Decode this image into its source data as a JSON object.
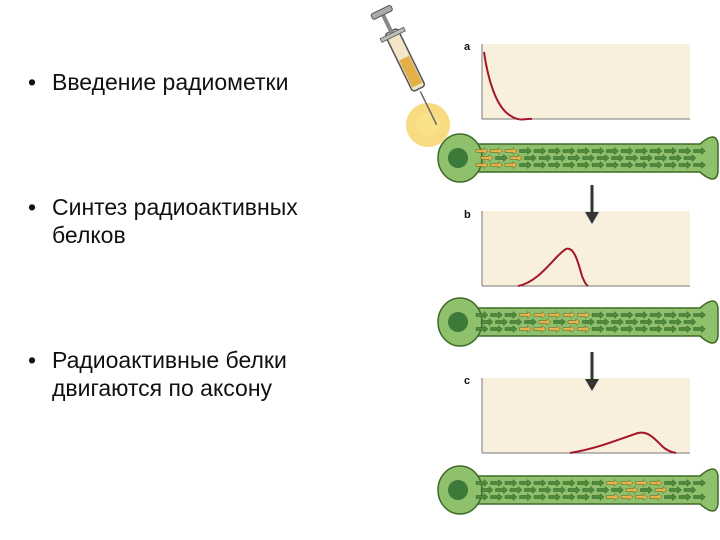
{
  "bullets": [
    {
      "text": "Введение радиометки"
    },
    {
      "text": "Синтез радиоактивных\nбелков"
    },
    {
      "text": "Радиоактивные белки\nдвигаются по аксону"
    }
  ],
  "panels": [
    {
      "label": "a",
      "curve": "decay"
    },
    {
      "label": "b",
      "curve": "peak-early"
    },
    {
      "label": "c",
      "curve": "peak-late"
    }
  ],
  "colors": {
    "text": "#111111",
    "panel_bg": "#f8f0dc",
    "curve": "#a3162a",
    "axon_fill": "#8fc06c",
    "axon_stroke": "#3f6b2a",
    "soma": "#3c7a3a",
    "arrow_green": "#4e8a3c",
    "arrow_orange": "#e8b24a",
    "syringe_glow": "#f7d36a",
    "flow_arrow": "#333333"
  },
  "icons": {
    "syringe": "syringe-icon",
    "flow": "down-arrow-icon"
  }
}
